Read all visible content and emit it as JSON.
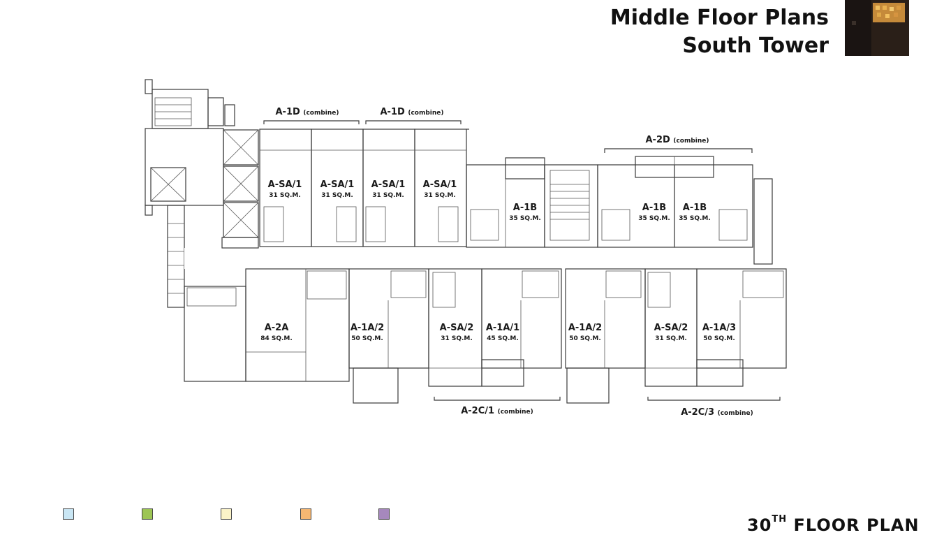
{
  "header": {
    "title_line1": "Middle Floor Plans",
    "title_line2": "South Tower"
  },
  "colors": {
    "studio_blue": "#c9e6f4",
    "one_bed_green": "#9dc554",
    "one_bed_cream": "#fbf3c8",
    "one_bed_orange": "#f6b772",
    "two_bed_purple": "#a688bd",
    "corridor": "#ffffff"
  },
  "combine_groups": [
    {
      "code": "A-1D",
      "note": "(combine)"
    },
    {
      "code": "A-1D",
      "note": "(combine)"
    },
    {
      "code": "A-2D",
      "note": "(combine)"
    },
    {
      "code": "A-2C/1",
      "note": "(combine)"
    },
    {
      "code": "A-2C/3",
      "note": "(combine)"
    }
  ],
  "units": [
    {
      "code": "A-SA/1",
      "area": "31 SQ.M."
    },
    {
      "code": "A-SA/1",
      "area": "31 SQ.M."
    },
    {
      "code": "A-SA/1",
      "area": "31 SQ.M."
    },
    {
      "code": "A-SA/1",
      "area": "31 SQ.M."
    },
    {
      "code": "A-1B",
      "area": "35 SQ.M."
    },
    {
      "code": "A-1B",
      "area": "35 SQ.M."
    },
    {
      "code": "A-1B",
      "area": "35 SQ.M."
    },
    {
      "code": "A-2A",
      "area": "84 SQ.M."
    },
    {
      "code": "A-1A/2",
      "area": "50 SQ.M."
    },
    {
      "code": "A-SA/2",
      "area": "31 SQ.M."
    },
    {
      "code": "A-1A/1",
      "area": "45 SQ.M."
    },
    {
      "code": "A-1A/2",
      "area": "50 SQ.M."
    },
    {
      "code": "A-SA/2",
      "area": "31 SQ.M."
    },
    {
      "code": "A-1A/3",
      "area": "50 SQ.M."
    }
  ],
  "floor_label": {
    "number": "30",
    "suffix": "TH",
    "text": "FLOOR PLAN"
  }
}
